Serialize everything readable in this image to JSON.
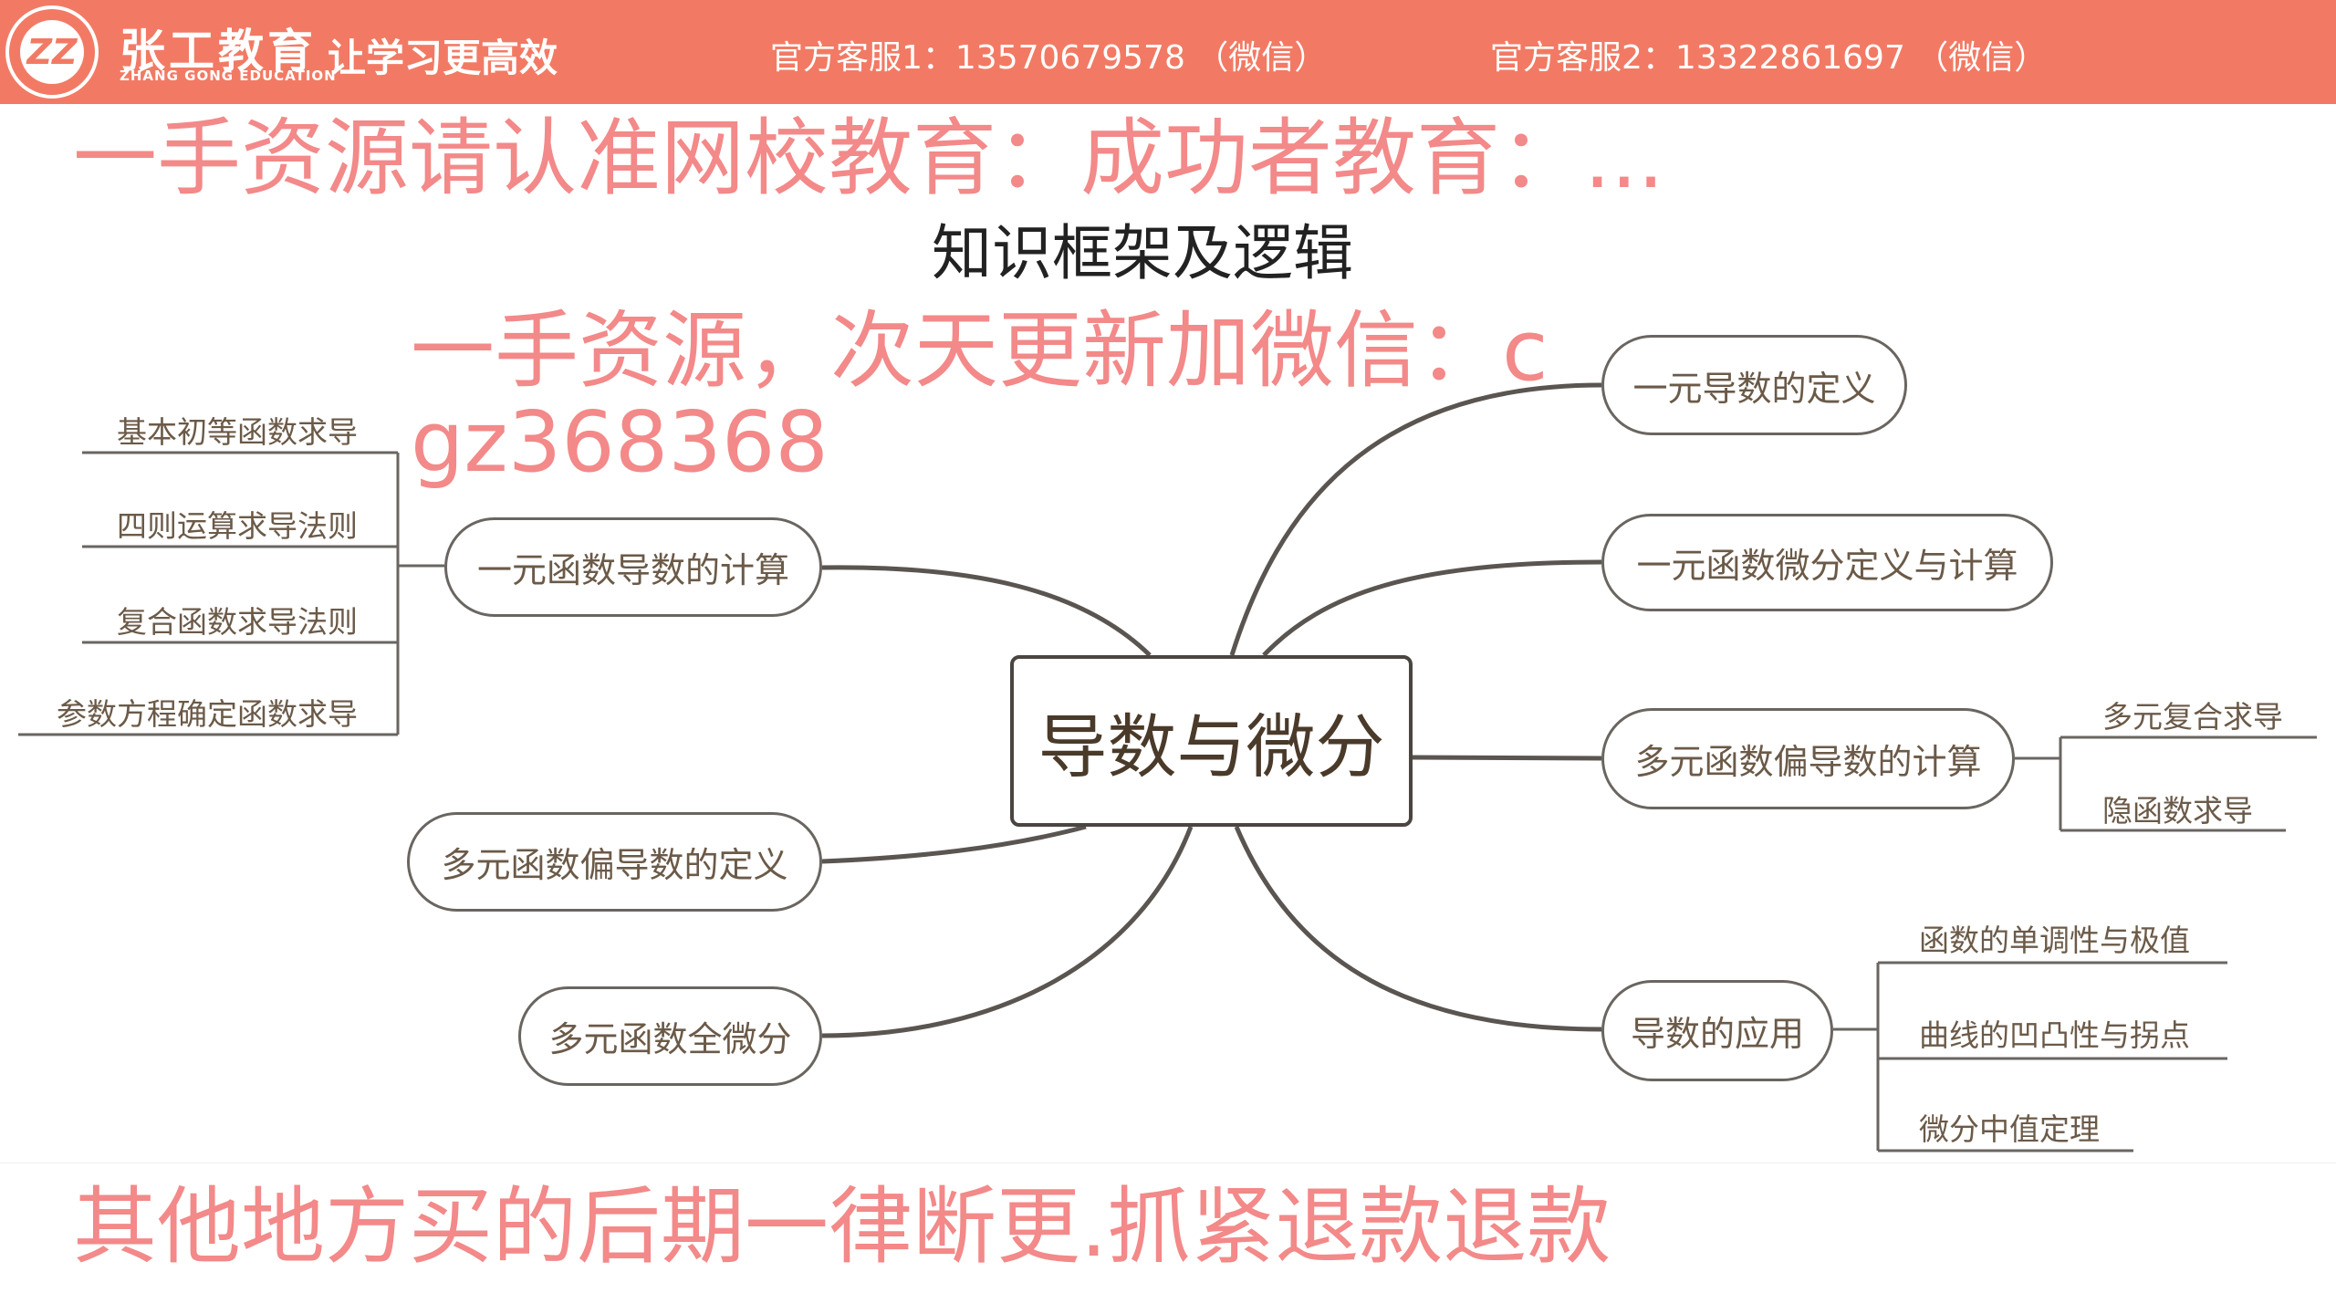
{
  "header": {
    "brand": "张工教育",
    "brand_en": "ZHANG GONG EDUCATION",
    "slogan": "让学习更高效",
    "logo_text": "ZZ",
    "phone1": "官方客服1：13570679578 （微信）",
    "phone2": "官方客服2：13322861697 （微信）",
    "bg_color": "#F27A64"
  },
  "title": "知识框架及逻辑",
  "mindmap": {
    "center": "导数与微分",
    "left": [
      {
        "label": "一元函数导数的计算",
        "children": [
          "基本初等函数求导",
          "四则运算求导法则",
          "复合函数求导法则",
          "参数方程确定函数求导"
        ]
      },
      {
        "label": "多元函数偏导数的定义",
        "children": []
      },
      {
        "label": "多元函数全微分",
        "children": []
      }
    ],
    "right": [
      {
        "label": "一元导数的定义",
        "children": []
      },
      {
        "label": "一元函数微分定义与计算",
        "children": []
      },
      {
        "label": "多元函数偏导数的计算",
        "children": [
          "多元复合求导",
          "隐函数求导"
        ]
      },
      {
        "label": "导数的应用",
        "children": [
          "函数的单调性与极值",
          "曲线的凹凸性与拐点",
          "微分中值定理"
        ]
      }
    ]
  },
  "watermark": [
    "一手资源请认准网校教育：成功者教育：...",
    "其他地方买的后期一律断更.抓紧退款退款",
    "一手资源，次天更新加微信：cgz368368"
  ]
}
